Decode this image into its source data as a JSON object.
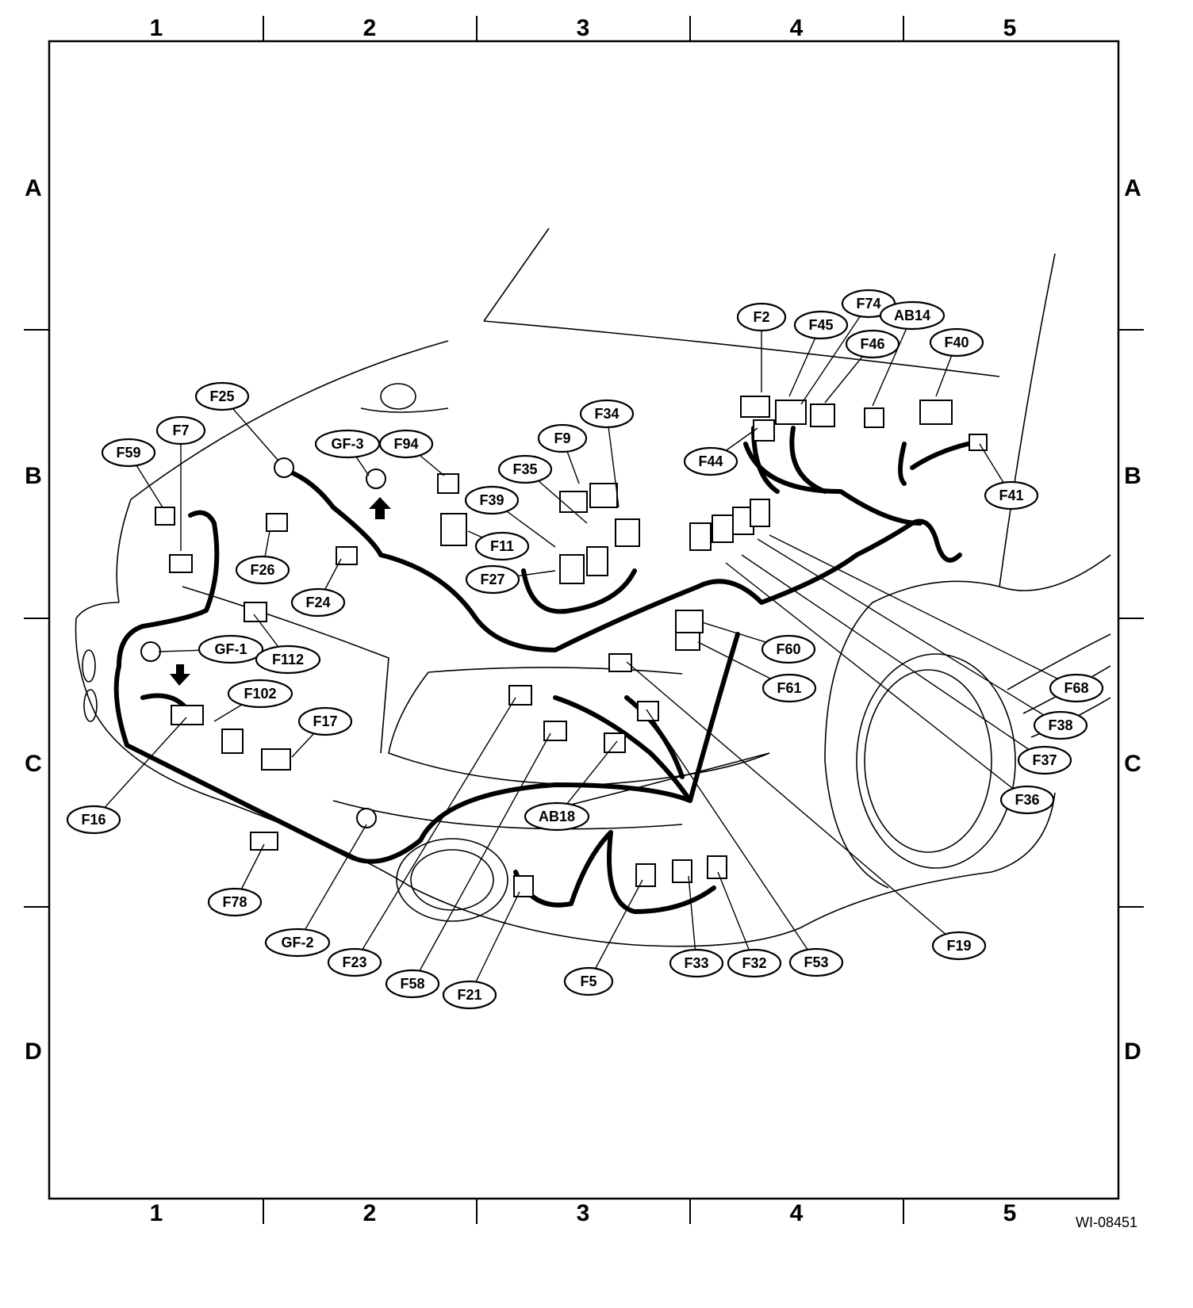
{
  "columns": [
    "1",
    "2",
    "3",
    "4",
    "5"
  ],
  "rows": [
    "A",
    "B",
    "C",
    "D"
  ],
  "doc_id": "WI-08451",
  "connectors": [
    {
      "label": "F2"
    },
    {
      "label": "F45"
    },
    {
      "label": "F74"
    },
    {
      "label": "AB14"
    },
    {
      "label": "F46"
    },
    {
      "label": "F40"
    },
    {
      "label": "F25"
    },
    {
      "label": "F7"
    },
    {
      "label": "F59"
    },
    {
      "label": "GF-3"
    },
    {
      "label": "F94"
    },
    {
      "label": "F34"
    },
    {
      "label": "F9"
    },
    {
      "label": "F35"
    },
    {
      "label": "F44"
    },
    {
      "label": "F41"
    },
    {
      "label": "F39"
    },
    {
      "label": "F11"
    },
    {
      "label": "F26"
    },
    {
      "label": "F27"
    },
    {
      "label": "F24"
    },
    {
      "label": "GF-1"
    },
    {
      "label": "F112"
    },
    {
      "label": "F60"
    },
    {
      "label": "F61"
    },
    {
      "label": "F68"
    },
    {
      "label": "F102"
    },
    {
      "label": "F17"
    },
    {
      "label": "F38"
    },
    {
      "label": "F37"
    },
    {
      "label": "F16"
    },
    {
      "label": "AB18"
    },
    {
      "label": "F36"
    },
    {
      "label": "F78"
    },
    {
      "label": "GF-2"
    },
    {
      "label": "F19"
    },
    {
      "label": "F23"
    },
    {
      "label": "F33"
    },
    {
      "label": "F32"
    },
    {
      "label": "F53"
    },
    {
      "label": "F58"
    },
    {
      "label": "F5"
    },
    {
      "label": "F21"
    }
  ]
}
